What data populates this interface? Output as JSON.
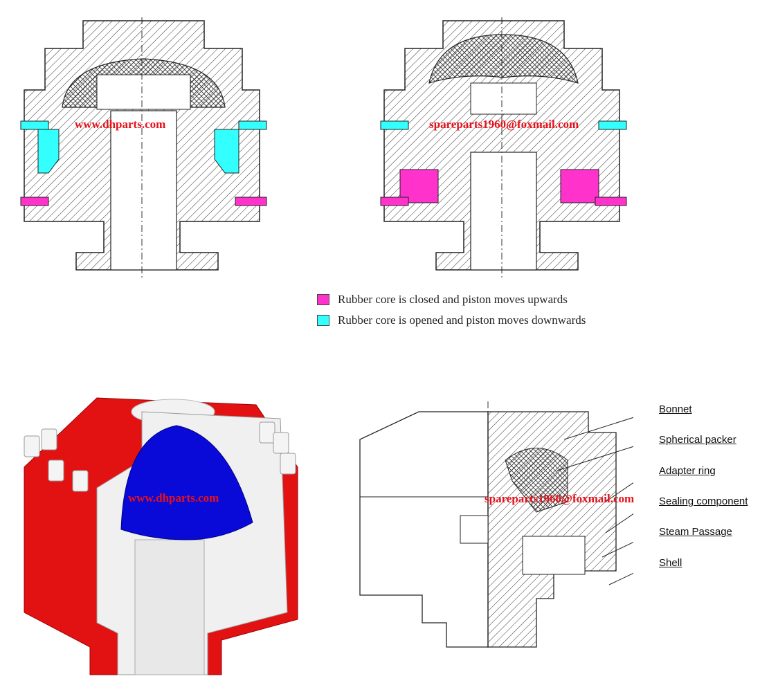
{
  "watermarks": {
    "top_left": "www.dhparts.com",
    "top_right": "spareparts1960@foxmail.com",
    "bottom_left": "www.dhparts.com",
    "bottom_right": "spareparts1960@foxmail.com"
  },
  "legend": {
    "items": [
      {
        "color": "#ff33cc",
        "text": "Rubber core is closed and piston moves upwards"
      },
      {
        "color": "#33ffff",
        "text": "Rubber core is opened and piston moves downwards"
      }
    ]
  },
  "callouts": [
    {
      "id": "bonnet",
      "text": "Bonnet"
    },
    {
      "id": "spherical-packer",
      "text": "Spherical packer"
    },
    {
      "id": "adapter-ring",
      "text": "Adapter ring"
    },
    {
      "id": "sealing-component",
      "text": "Sealing component"
    },
    {
      "id": "steam-passage",
      "text": "Steam Passage"
    },
    {
      "id": "shell",
      "text": "Shell"
    }
  ],
  "colors": {
    "closed_chamber": "#ff33cc",
    "open_chamber": "#33ffff",
    "body_red": "#e31212",
    "packer_blue": "#0a0ad8",
    "watermark_red": "#e8101a"
  }
}
